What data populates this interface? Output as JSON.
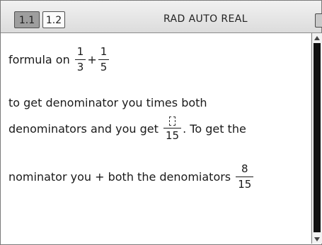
{
  "header": {
    "tabs": [
      {
        "label": "1.1",
        "active": true
      },
      {
        "label": "1.2",
        "active": false
      }
    ],
    "mode_status": "RAD AUTO REAL"
  },
  "notes": {
    "line1": {
      "text": "formula on ",
      "frac1": {
        "num": "1",
        "den": "3"
      },
      "op": "+",
      "frac2": {
        "num": "1",
        "den": "5"
      }
    },
    "line2": {
      "text": "to get denominator you times both"
    },
    "line3": {
      "text_before": "denominators and you get ",
      "frac": {
        "num": "",
        "den": "15"
      },
      "text_after": ". To get the"
    },
    "line4": {
      "text": "nominator you + both the denomiators ",
      "frac": {
        "num": "8",
        "den": "15"
      }
    }
  },
  "colors": {
    "header_bg": "#dcdcdc",
    "active_tab": "#9e9e9e",
    "scroll_thumb": "#111111"
  }
}
